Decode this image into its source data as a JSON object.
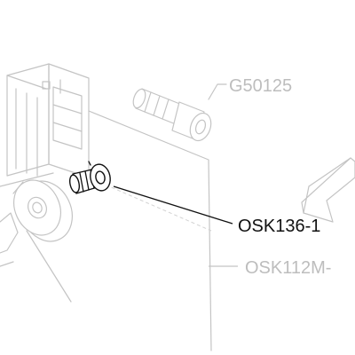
{
  "labels": {
    "bolt": "G50125",
    "screw": "OSK136-1",
    "wheel": "OSK112M-"
  },
  "colors": {
    "active_part": "#111111",
    "faded_part": "#c4c4c4",
    "background": "#ffffff"
  }
}
